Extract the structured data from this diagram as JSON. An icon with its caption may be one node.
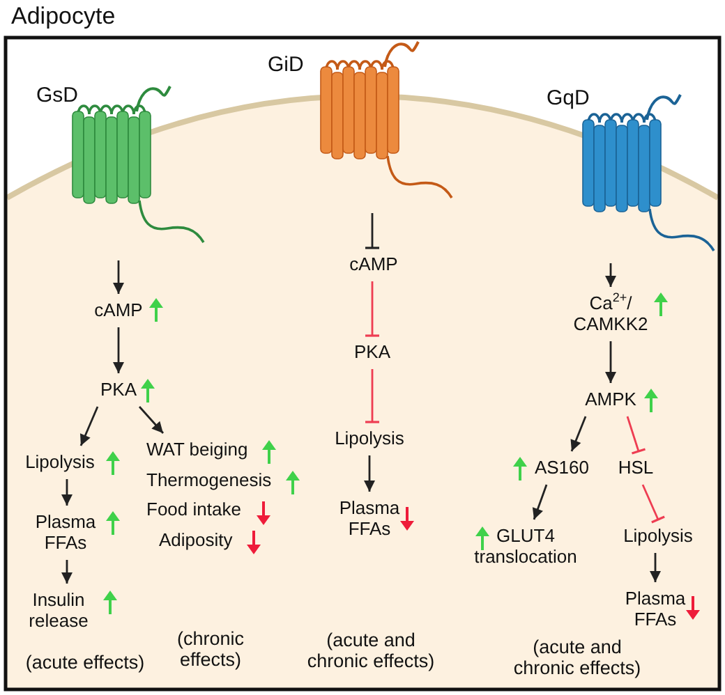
{
  "diagram": {
    "title": "Adipocyte",
    "nodes": [
      {
        "text": [
          "GsD"
        ]
      },
      {
        "text": [
          "GiD"
        ]
      },
      {
        "text": [
          "GqD"
        ]
      },
      {
        "text": [
          "cAMP"
        ]
      },
      {
        "text": [
          "PKA"
        ]
      },
      {
        "text": [
          "Lipolysis"
        ]
      },
      {
        "text": [
          "Plasma FFAs"
        ]
      },
      {
        "text": [
          "Insulin release"
        ]
      },
      {
        "text": [
          "WAT beiging",
          "Thermogenesis",
          "Food intake",
          "Adiposity"
        ]
      },
      {
        "text": [
          "cAMP"
        ]
      },
      {
        "text": [
          "PKA"
        ]
      },
      {
        "text": [
          "Lipolysis"
        ]
      },
      {
        "text": [
          "Plasma FFAs"
        ]
      },
      {
        "text": [
          "Ca$^{2+}$/ CAMKK2"
        ]
      },
      {
        "text": [
          "AMPK"
        ]
      },
      {
        "text": [
          "AS160"
        ]
      },
      {
        "text": [
          "HSL"
        ]
      },
      {
        "text": [
          "GLUT4 translocation"
        ]
      },
      {
        "text": [
          "Lipolysis"
        ]
      },
      {
        "text": [
          "Plasma FFAs"
        ]
      }
    ],
    "edges": [
      {
        "from": 0,
        "to": 3,
        "arrow": "to"
      },
      {
        "from": 3,
        "to": 4,
        "arrow": "to"
      },
      {
        "from": 4,
        "to": 5,
        "arrow": "to"
      },
      {
        "from": 5,
        "to": 6,
        "arrow": "to"
      },
      {
        "from": 6,
        "to": 7,
        "arrow": "to"
      },
      {
        "from": 4,
        "to": 8,
        "arrow": "to"
      },
      {
        "from": 1,
        "to": 9,
        "arrow": "other"
      },
      {
        "from": 9,
        "to": 10,
        "arrow": "other",
        "color": "#ee3d52"
      },
      {
        "from": 10,
        "to": 11,
        "arrow": "other",
        "color": "#ee3d52"
      },
      {
        "from": 11,
        "to": 12,
        "arrow": "to"
      },
      {
        "from": 2,
        "to": 13,
        "arrow": "to"
      },
      {
        "from": 13,
        "to": 14,
        "arrow": "to"
      },
      {
        "from": 14,
        "to": 15,
        "arrow": "to"
      },
      {
        "from": 14,
        "to": 16,
        "arrow": "other",
        "color": "#ee3d52"
      },
      {
        "from": 15,
        "to": 17,
        "arrow": "to"
      },
      {
        "from": 16,
        "to": 18,
        "arrow": "other",
        "color": "#ee3d52"
      },
      {
        "from": 18,
        "to": 19,
        "arrow": "to"
      }
    ],
    "labels": [
      "(acute effects)",
      "(chronic effects)",
      "(acute and chronic effects)",
      "(acute and chronic effects)"
    ]
  }
}
